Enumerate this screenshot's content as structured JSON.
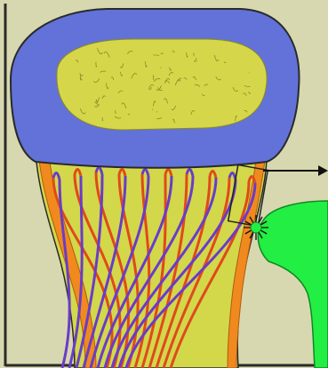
{
  "colors": {
    "background": "#d8d8b0",
    "frame": "#2a2a2a",
    "epiphysis_cap": "#6272d8",
    "epiphysis_core": "#d6d64a",
    "growth_zone": "#cfd83c",
    "shaft": "#d2d84a",
    "cortex_edge": "#f08a1e",
    "artery": "#e04a1a",
    "vein": "#6a3cc8",
    "highlight_box": "#222222",
    "pointer_arrow": "#111111",
    "green_structure": "#22ee44",
    "green_spark": "#ffffff"
  },
  "diagram": {
    "elements": [
      "epiphysis-cap",
      "epiphysis-core",
      "metaphysis",
      "cortex-left",
      "cortex-right",
      "artery-vessels",
      "vein-vessels",
      "highlight-box",
      "pointer-arrow",
      "green-structure",
      "green-spark"
    ]
  }
}
